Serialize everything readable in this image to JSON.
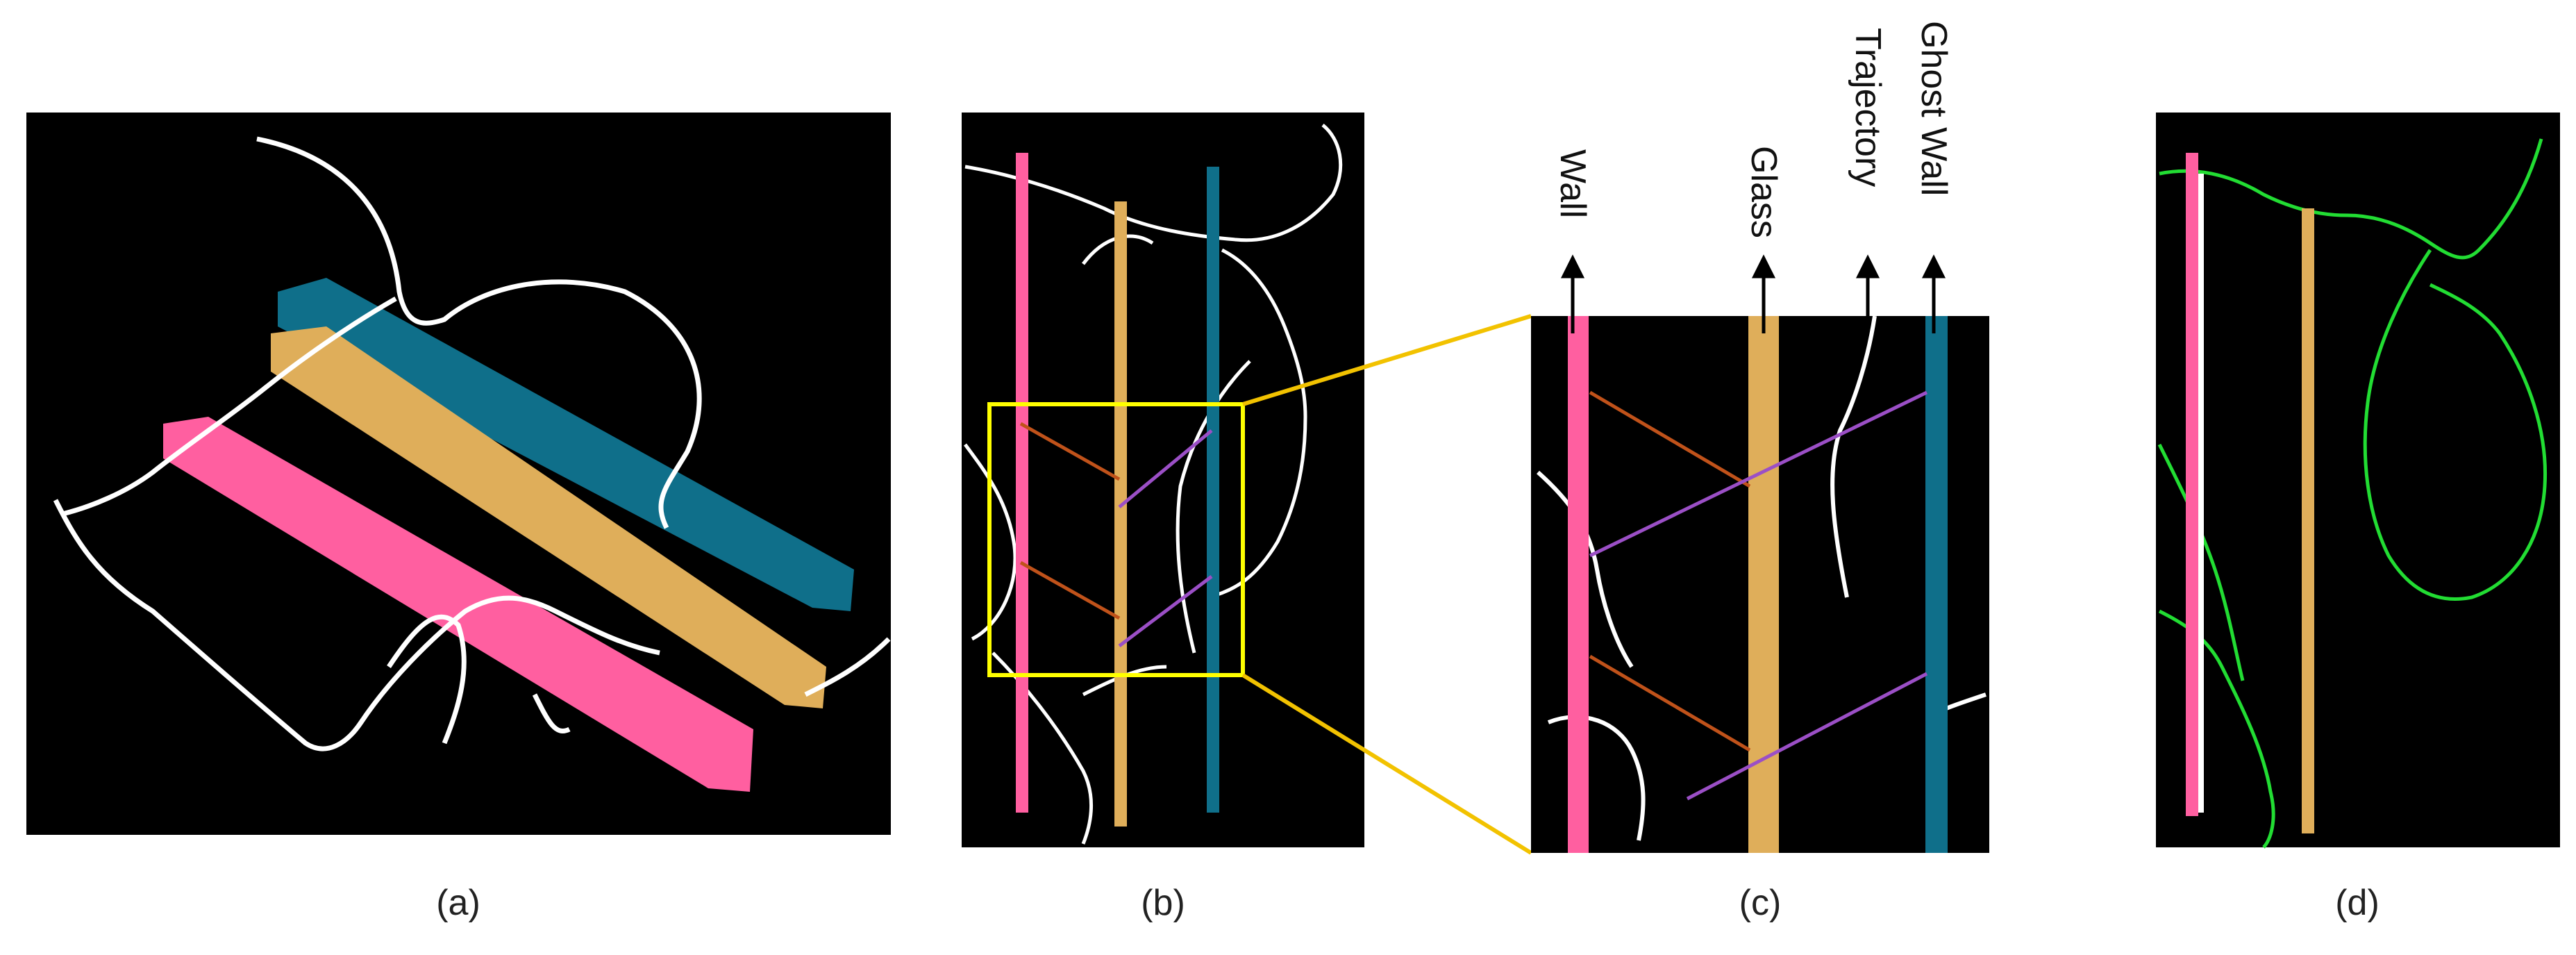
{
  "captions": {
    "a": "(a)",
    "b": "(b)",
    "c": "(c)",
    "d": "(d)"
  },
  "legend_labels": {
    "wall": "Wall",
    "glass": "Glass",
    "trajectory": "Trajectory",
    "ghost_wall": "Ghost Wall"
  },
  "colors": {
    "background": "#000000",
    "wall": "#ff5fa0",
    "glass": "#dfae5a",
    "ghost_wall": "#0f6f8a",
    "trajectory": "#ffffff",
    "trajectory_d": "#22dd33",
    "reflection_line": "#c0521a",
    "ray_line": "#9b4fc6",
    "zoom_box": "#ffff00",
    "zoom_connector": "#f2c200"
  }
}
